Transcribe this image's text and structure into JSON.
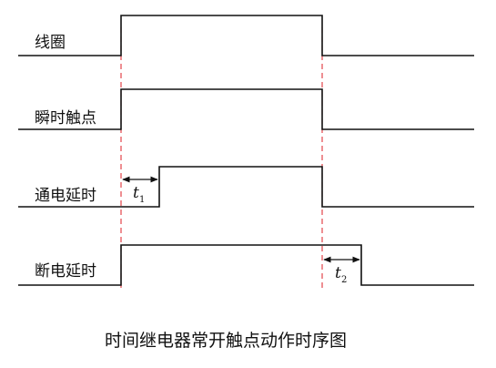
{
  "rows": [
    {
      "id": "coil",
      "label": "线圈"
    },
    {
      "id": "instant",
      "label": "瞬时触点"
    },
    {
      "id": "on_delay",
      "label": "通电延时"
    },
    {
      "id": "off_delay",
      "label": "断电延时"
    }
  ],
  "intervals": {
    "t1": {
      "main": "t",
      "sub": "1"
    },
    "t2": {
      "main": "t",
      "sub": "2"
    }
  },
  "caption": "时间继电器常开触点动作时序图",
  "colors": {
    "guide": "#e0333a",
    "signal": "#111111"
  }
}
